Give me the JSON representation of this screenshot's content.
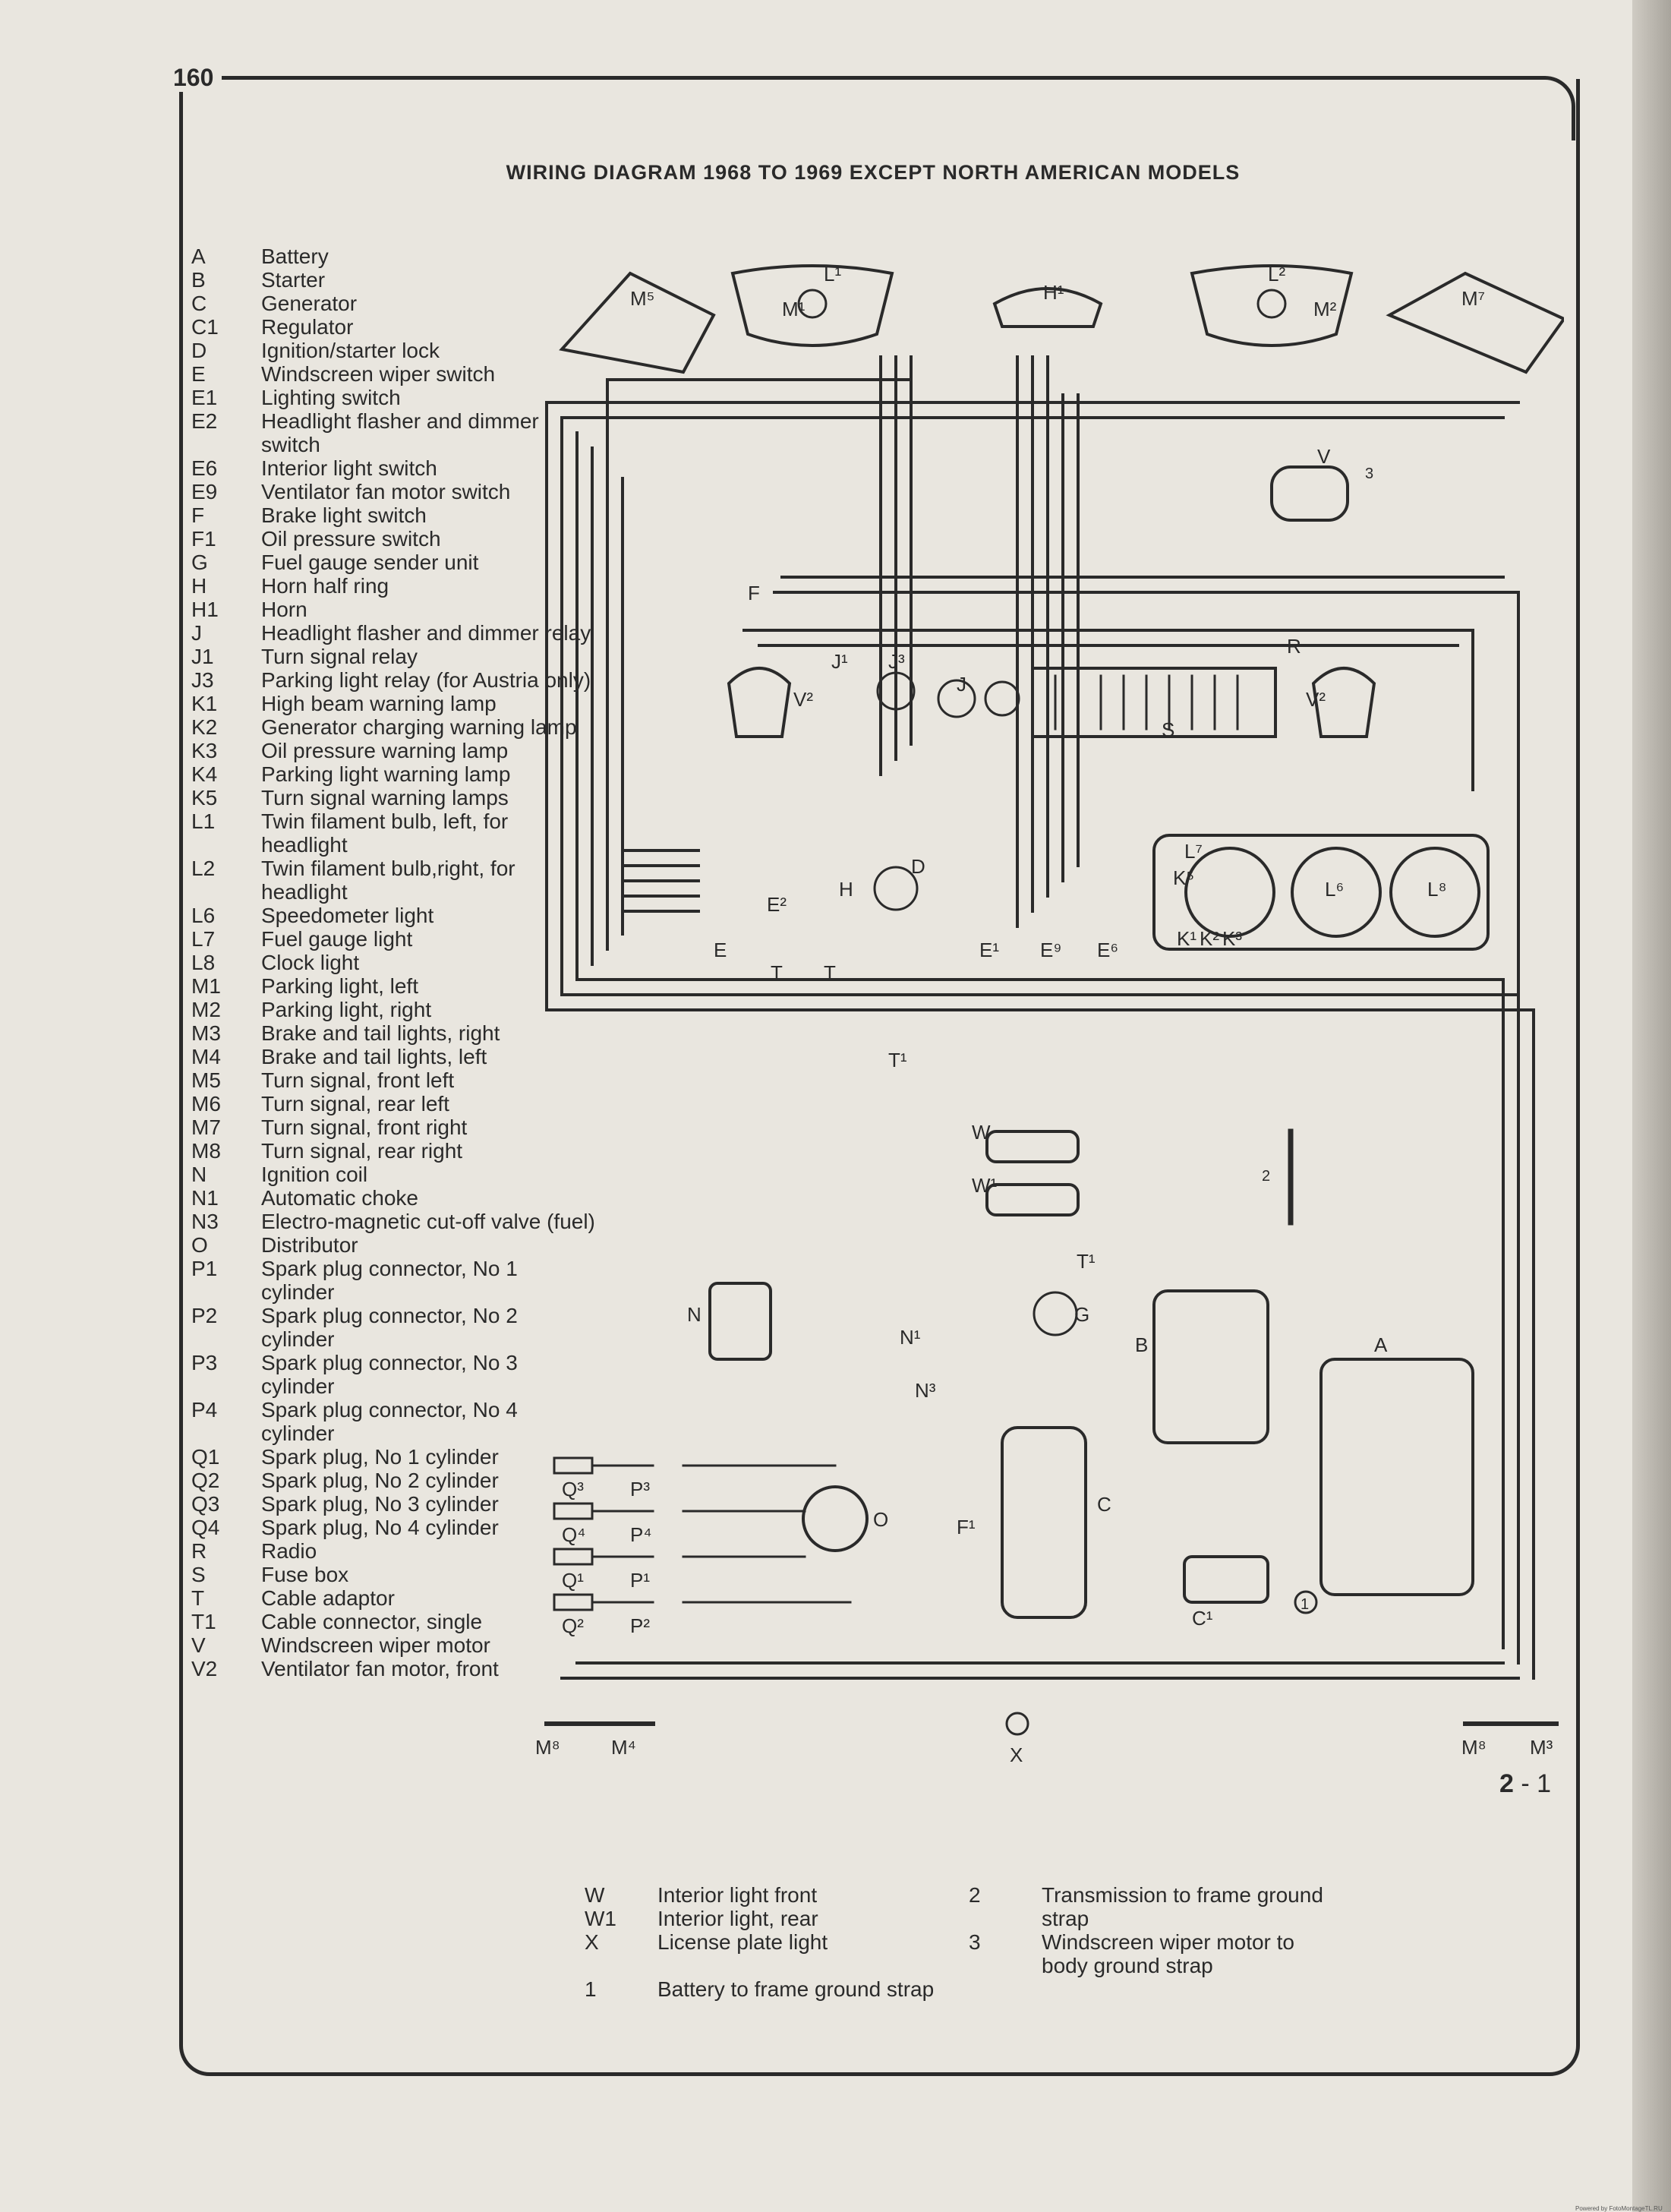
{
  "page_number": "160",
  "title": "WIRING DIAGRAM 1968 TO 1969 EXCEPT NORTH AMERICAN MODELS",
  "page_ref": {
    "major": "2",
    "sep": " - ",
    "minor": "1"
  },
  "legend_main": [
    {
      "code": "A",
      "desc": "Battery"
    },
    {
      "code": "B",
      "desc": "Starter"
    },
    {
      "code": "C",
      "desc": "Generator"
    },
    {
      "code": "C1",
      "desc": "Regulator"
    },
    {
      "code": "D",
      "desc": "Ignition/starter lock"
    },
    {
      "code": "E",
      "desc": "Windscreen wiper switch"
    },
    {
      "code": "E1",
      "desc": "Lighting switch"
    },
    {
      "code": "E2",
      "desc": "Headlight flasher and dimmer switch"
    },
    {
      "code": "E6",
      "desc": "Interior light switch"
    },
    {
      "code": "E9",
      "desc": "Ventilator fan motor switch"
    },
    {
      "code": "F",
      "desc": "Brake light switch"
    },
    {
      "code": "F1",
      "desc": "Oil pressure switch"
    },
    {
      "code": "G",
      "desc": "Fuel gauge sender unit"
    },
    {
      "code": "H",
      "desc": "Horn half ring"
    },
    {
      "code": "H1",
      "desc": "Horn"
    },
    {
      "code": "J",
      "desc": "Headlight flasher and dimmer relay"
    },
    {
      "code": "J1",
      "desc": "Turn signal relay"
    },
    {
      "code": "J3",
      "desc": "Parking light relay (for Austria only)"
    },
    {
      "code": "K1",
      "desc": "High beam warning lamp"
    },
    {
      "code": "K2",
      "desc": "Generator charging warning lamp"
    },
    {
      "code": "K3",
      "desc": "Oil pressure warning lamp"
    },
    {
      "code": "K4",
      "desc": "Parking light warning lamp"
    },
    {
      "code": "K5",
      "desc": "Turn signal warning lamps"
    },
    {
      "code": "L1",
      "desc": "Twin filament bulb, left, for headlight"
    },
    {
      "code": "L2",
      "desc": "Twin filament bulb,right, for headlight"
    },
    {
      "code": "L6",
      "desc": "Speedometer light"
    },
    {
      "code": "L7",
      "desc": "Fuel gauge light"
    },
    {
      "code": "L8",
      "desc": "Clock light"
    },
    {
      "code": "M1",
      "desc": "Parking light, left"
    },
    {
      "code": "M2",
      "desc": "Parking light, right"
    },
    {
      "code": "M3",
      "desc": "Brake and tail lights, right"
    },
    {
      "code": "M4",
      "desc": "Brake and tail lights, left"
    },
    {
      "code": "M5",
      "desc": "Turn signal, front left"
    },
    {
      "code": "M6",
      "desc": "Turn signal, rear left"
    },
    {
      "code": "M7",
      "desc": "Turn signal, front right"
    },
    {
      "code": "M8",
      "desc": "Turn signal, rear right"
    },
    {
      "code": "N",
      "desc": "Ignition coil"
    },
    {
      "code": "N1",
      "desc": "Automatic choke"
    },
    {
      "code": "N3",
      "desc": "Electro-magnetic cut-off valve (fuel)"
    },
    {
      "code": "O",
      "desc": "Distributor"
    },
    {
      "code": "P1",
      "desc": "Spark plug connector, No 1 cylinder"
    },
    {
      "code": "P2",
      "desc": "Spark plug connector, No 2 cylinder"
    },
    {
      "code": "P3",
      "desc": "Spark plug connector, No 3 cylinder"
    },
    {
      "code": "P4",
      "desc": "Spark plug connector, No 4 cylinder"
    },
    {
      "code": "Q1",
      "desc": "Spark plug, No 1 cylinder"
    },
    {
      "code": "Q2",
      "desc": "Spark plug, No 2 cylinder"
    },
    {
      "code": "Q3",
      "desc": "Spark plug, No 3 cylinder"
    },
    {
      "code": "Q4",
      "desc": "Spark plug, No 4 cylinder"
    },
    {
      "code": "R",
      "desc": "Radio"
    },
    {
      "code": "S",
      "desc": "Fuse box"
    },
    {
      "code": "T",
      "desc": "Cable adaptor"
    },
    {
      "code": "T1",
      "desc": "Cable connector, single"
    },
    {
      "code": "V",
      "desc": "Windscreen wiper motor"
    },
    {
      "code": "V2",
      "desc": "Ventilator fan motor, front"
    }
  ],
  "legend_bottom_left": [
    {
      "code": "W",
      "desc": "Interior light front"
    },
    {
      "code": "W1",
      "desc": "Interior light, rear"
    },
    {
      "code": "X",
      "desc": "License plate light"
    },
    {
      "code": "",
      "desc": ""
    },
    {
      "code": "1",
      "desc": "Battery to frame ground strap"
    }
  ],
  "legend_bottom_right": [
    {
      "code": "2",
      "desc": "Transmission to frame ground strap"
    },
    {
      "code": "3",
      "desc": "Windscreen wiper motor to body ground strap"
    }
  ],
  "diagram_labels": {
    "M5": "M⁵",
    "L1": "L¹",
    "M1": "M¹",
    "H1": "H¹",
    "L2": "L²",
    "M2": "M²",
    "M7": "M⁷",
    "V": "V",
    "F": "F",
    "V2_left": "V²",
    "V2_right": "V²",
    "J3": "J³",
    "J1": "J¹",
    "J": "J",
    "R": "R",
    "S": "S",
    "H": "H",
    "E": "E",
    "D": "D",
    "E1": "E¹",
    "E9": "E⁹",
    "E6": "E⁶",
    "E2": "E²",
    "T_left": "T",
    "T_right": "T",
    "T1": "T¹",
    "L7": "L⁷",
    "L6": "L⁶",
    "L8": "L⁸",
    "K5": "K⁵",
    "K1": "K¹",
    "K2": "K²",
    "K3": "K³",
    "W": "W",
    "W1": "W¹",
    "T1_b": "T¹",
    "N": "N",
    "N1": "N¹",
    "N3": "N³",
    "G": "G",
    "B": "B",
    "A": "A",
    "C": "C",
    "C1": "C¹",
    "O": "O",
    "F1": "F¹",
    "Q3": "Q³",
    "Q4": "Q⁴",
    "Q1": "Q¹",
    "Q2": "Q²",
    "P3": "P³",
    "P4": "P⁴",
    "P1": "P¹",
    "P2": "P²",
    "M8": "M⁸",
    "M4": "M⁴",
    "M8_r": "M⁸",
    "M3": "M³",
    "X": "X",
    "g1": "1",
    "g2": "2",
    "g3": "3"
  },
  "footer": "Powered by FotoMontageTL.RU"
}
